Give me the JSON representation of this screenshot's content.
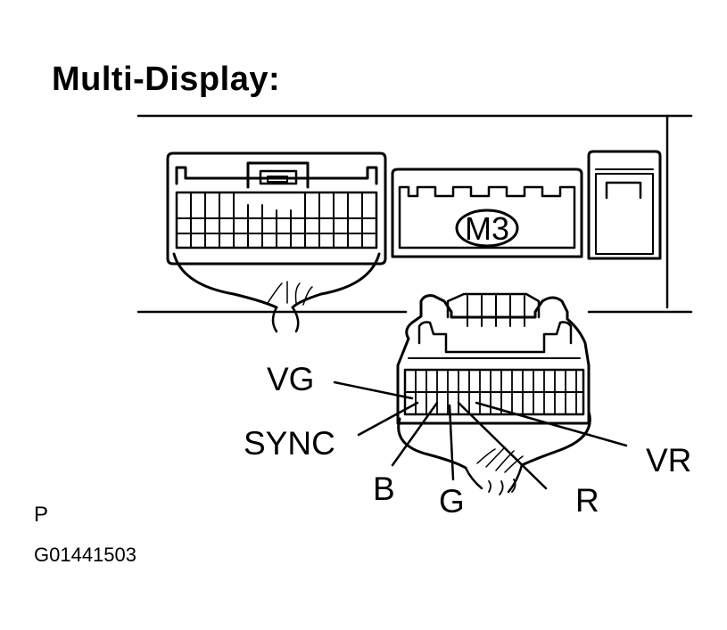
{
  "title": "Multi-Display:",
  "connector_label": "M3",
  "pin_labels": {
    "vg": "VG",
    "sync": "SYNC",
    "b": "B",
    "g": "G",
    "r": "R",
    "vr": "VR"
  },
  "footer": {
    "code": "P",
    "figure_id": "G01441503"
  }
}
